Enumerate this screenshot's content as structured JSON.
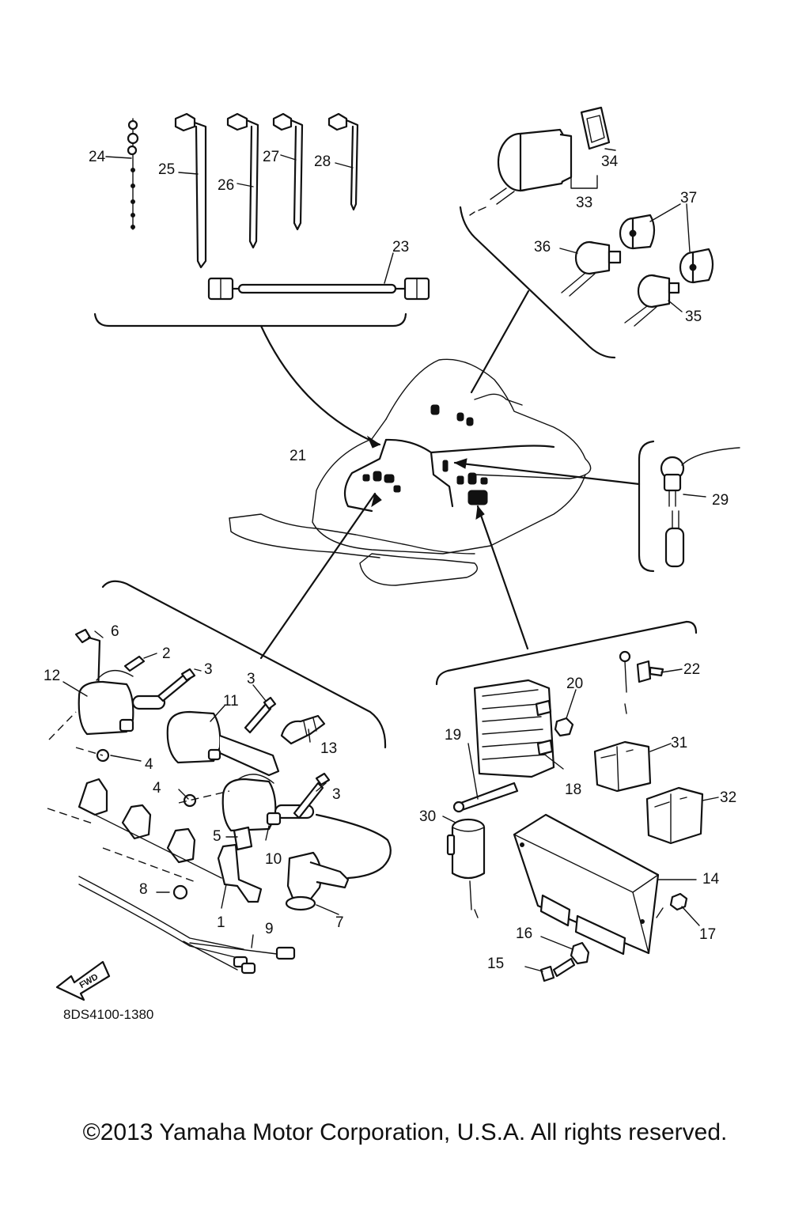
{
  "diagram": {
    "code": "8DS4100-1380",
    "fwd_label": "FWD",
    "callouts": [
      "1",
      "2",
      "3",
      "3",
      "3",
      "4",
      "4",
      "5",
      "6",
      "7",
      "8",
      "9",
      "10",
      "11",
      "12",
      "13",
      "14",
      "15",
      "16",
      "17",
      "18",
      "19",
      "20",
      "21",
      "22",
      "23",
      "24",
      "25",
      "26",
      "27",
      "28",
      "29",
      "30",
      "31",
      "32",
      "33",
      "34",
      "35",
      "36",
      "37"
    ]
  },
  "footer": {
    "copyright": "©2013 Yamaha Motor Corporation, U.S.A. All rights reserved."
  }
}
